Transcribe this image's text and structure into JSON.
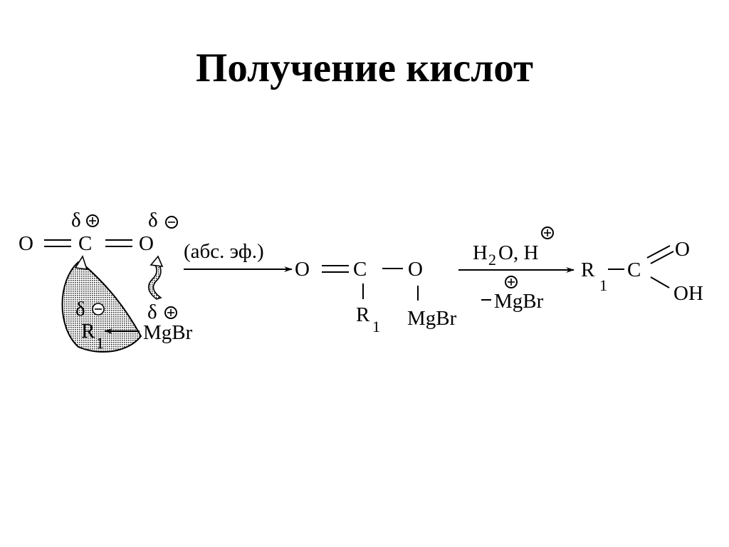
{
  "title": "Получение кислот",
  "reactant": {
    "o_left": "O",
    "c": "C",
    "o_right": "O",
    "delta_c": "δ",
    "delta_o": "δ",
    "delta_r": "δ",
    "delta_mg": "δ",
    "r": "R",
    "r_sub": "1",
    "mgbr": "MgBr"
  },
  "step1": {
    "condition": "(абс. эф.)"
  },
  "intermediate": {
    "o": "O",
    "c": "C",
    "o2": "O",
    "r": "R",
    "r_sub": "1",
    "mgbr": "MgBr"
  },
  "step2": {
    "h": "H",
    "sub2": "2",
    "o_h": "O, H",
    "minus_mgbr": "MgBr"
  },
  "product": {
    "r": "R",
    "r_sub": "1",
    "c": "C",
    "o": "O",
    "oh": "OH"
  },
  "charges": {
    "plus": "+",
    "minus": "−"
  },
  "colors": {
    "ink": "#000000",
    "background": "#ffffff",
    "stipple": "#555555"
  }
}
